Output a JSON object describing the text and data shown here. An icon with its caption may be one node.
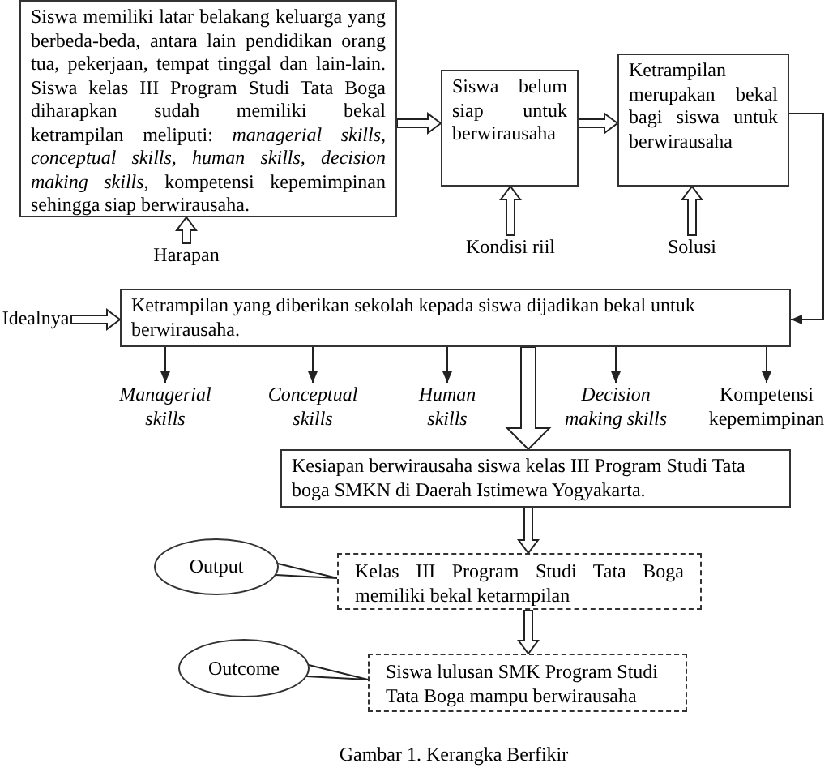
{
  "diagram": {
    "caption": "Gambar 1. Kerangka Berfikir",
    "nodes": [
      {
        "text": [
          "Siswa memiliki latar belakang keluarga yang berbeda-beda, antara lain pendidikan orang tua, pekerjaan, tempat tinggal dan lain-lain. Siswa kelas III Program Studi Tata Boga diharapkan sudah memiliki bekal ketrampilan meliputi: *managerial skills, conceptual skills, human skills, decision making skills*, kompetensi kepemimpinan sehingga siap berwirausaha."
        ]
      },
      {
        "text": [
          "Siswa belum siap untuk berwirausaha"
        ]
      },
      {
        "text": [
          "Ketrampilan merupakan bekal bagi siswa untuk berwirausaha"
        ]
      },
      {
        "text": [
          "Harapan"
        ]
      },
      {
        "text": [
          "Kondisi riil"
        ]
      },
      {
        "text": [
          "Solusi"
        ]
      },
      {
        "text": [
          "Idealnya"
        ]
      },
      {
        "text": [
          "Ketrampilan yang diberikan sekolah kepada siswa dijadikan bekal untuk berwirausaha."
        ]
      },
      {
        "text": [
          "Managerial skills"
        ]
      },
      {
        "text": [
          "Conceptual skills"
        ]
      },
      {
        "text": [
          "Human skills"
        ]
      },
      {
        "text": [
          "Decision making skills"
        ]
      },
      {
        "text": [
          "Kompetensi kepemimpinan"
        ]
      },
      {
        "text": [
          "Kesiapan berwirausaha siswa kelas III Program Studi Tata boga SMKN di Daerah Istimewa Yogyakarta."
        ]
      },
      {
        "text": [
          "Output"
        ]
      },
      {
        "text": [
          "Kelas III Program Studi Tata Boga memiliki bekal ketarmpilan"
        ]
      },
      {
        "text": [
          "Outcome"
        ]
      },
      {
        "text": [
          "Siswa lulusan SMK Program Studi Tata Boga mampu berwirausaha"
        ]
      }
    ],
    "edges": [
      {
        "from": 0,
        "to": 1,
        "arrow": "to",
        "style": "thick"
      },
      {
        "from": 1,
        "to": 2,
        "arrow": "to",
        "style": "thick"
      },
      {
        "from": 3,
        "to": 0,
        "arrow": "to",
        "style": "thick"
      },
      {
        "from": 4,
        "to": 1,
        "arrow": "to",
        "style": "thick"
      },
      {
        "from": 5,
        "to": 2,
        "arrow": "to",
        "style": "thick"
      },
      {
        "from": 6,
        "to": 7,
        "arrow": "to",
        "style": "thick"
      },
      {
        "from": 2,
        "to": 7,
        "arrow": "to"
      },
      {
        "from": 7,
        "to": 8,
        "arrow": "to"
      },
      {
        "from": 7,
        "to": 9,
        "arrow": "to"
      },
      {
        "from": 7,
        "to": 10,
        "arrow": "to"
      },
      {
        "from": 7,
        "to": 11,
        "arrow": "to"
      },
      {
        "from": 7,
        "to": 12,
        "arrow": "to"
      },
      {
        "from": 7,
        "to": 13,
        "arrow": "to",
        "style": "thick"
      },
      {
        "from": 13,
        "to": 15,
        "arrow": "to",
        "style": "thick"
      },
      {
        "from": 15,
        "to": 17,
        "arrow": "to",
        "style": "thick"
      },
      {
        "from": 14,
        "to": 15,
        "arrow": "none"
      },
      {
        "from": 16,
        "to": 17,
        "arrow": "none"
      }
    ]
  }
}
